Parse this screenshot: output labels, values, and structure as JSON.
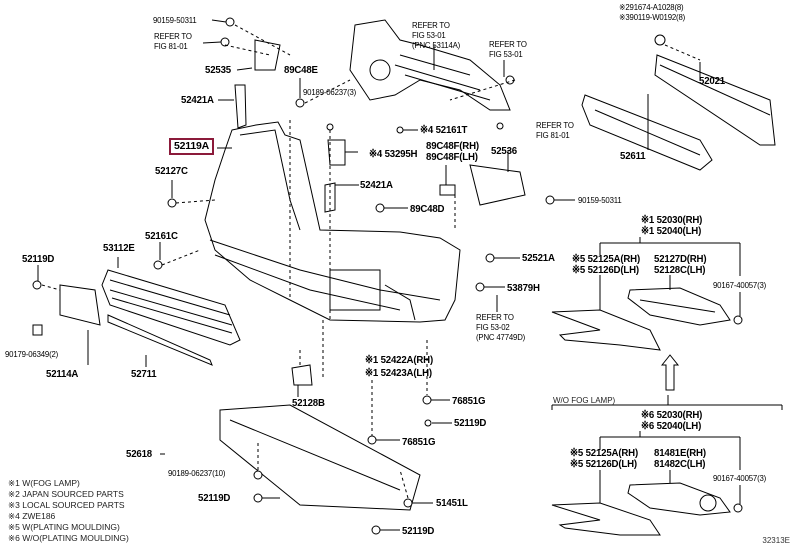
{
  "diagram": {
    "figure_code": "32313E",
    "highlighted_part": "52119A",
    "highlight_color": "#8b1a3a",
    "group_label_wo_fog": "W/O FOG LAMP)"
  },
  "labels": {
    "p90159_top": "90159-50311",
    "ref_81_a1": "REFER TO",
    "ref_81_a2": "FIG 81-01",
    "p52535": "52535",
    "p89C48E": "89C48E",
    "p90189_3": "90189-06237(3)",
    "ref_53_a1": "REFER TO",
    "ref_53_a2": "FIG 53-01",
    "ref_53_a3": "(PNC 53114A)",
    "ref_53_b1": "REFER TO",
    "ref_53_b2": "FIG 53-01",
    "p291674": "※291674-A1028(8)",
    "p390119": "※390119-W0192(8)",
    "p52021": "52021",
    "p52421A_top": "52421A",
    "p52119A": "52119A",
    "p52127C": "52127C",
    "p52161T": "※4 52161T",
    "ref_81_b1": "REFER TO",
    "ref_81_b2": "FIG 81-01",
    "p53295H": "※4 53295H",
    "p89C48F_RH": "89C48F(RH)",
    "p89C48F_LH": "89C48F(LH)",
    "p52536": "52536",
    "p52611": "52611",
    "p52421A_mid": "52421A",
    "p89C48D": "89C48D",
    "p90159_mid": "90159-50311",
    "p52119D_left": "52119D",
    "p53112E": "53112E",
    "p52161C": "52161C",
    "p52521A": "52521A",
    "p53879H": "53879H",
    "ref_53_c1": "REFER TO",
    "ref_53_c2": "FIG 53-02",
    "ref_53_c3": "(PNC 47749D)",
    "p90179": "90179-06349(2)",
    "p52114A": "52114A",
    "p52711": "52711",
    "p52422A": "※1 52422A(RH)",
    "p52423A": "※1 52423A(LH)",
    "p52128B": "52128B",
    "p76851G_a": "76851G",
    "p52119D_mid": "52119D",
    "p76851G_b": "76851G",
    "p52618": "52618",
    "p90189_10": "90189-06237(10)",
    "p52119D_low": "52119D",
    "p51451L": "51451L",
    "p52119D_bot": "52119D",
    "fog_top_52030": "※1 52030(RH)",
    "fog_top_52040": "※1 52040(LH)",
    "fog_top_52125A": "※5 52125A(RH)",
    "fog_top_52126D": "※5 52126D(LH)",
    "fog_top_52127D": "52127D(RH)",
    "fog_top_52128C": "52128C(LH)",
    "fog_top_90167": "90167-40057(3)",
    "fog_bot_52030": "※6 52030(RH)",
    "fog_bot_52040": "※6 52040(LH)",
    "fog_bot_52125A": "※5 52125A(RH)",
    "fog_bot_52126D": "※5 52126D(LH)",
    "fog_bot_81481E": "81481E(RH)",
    "fog_bot_81482C": "81482C(LH)",
    "fog_bot_90167": "90167-40057(3)"
  },
  "notes": [
    "※1 W(FOG LAMP)",
    "※2 JAPAN SOURCED PARTS",
    "※3 LOCAL SOURCED PARTS",
    "※4 ZWE186",
    "※5 W(PLATING MOULDING)",
    "※6 W/O(PLATING MOULDING)"
  ]
}
